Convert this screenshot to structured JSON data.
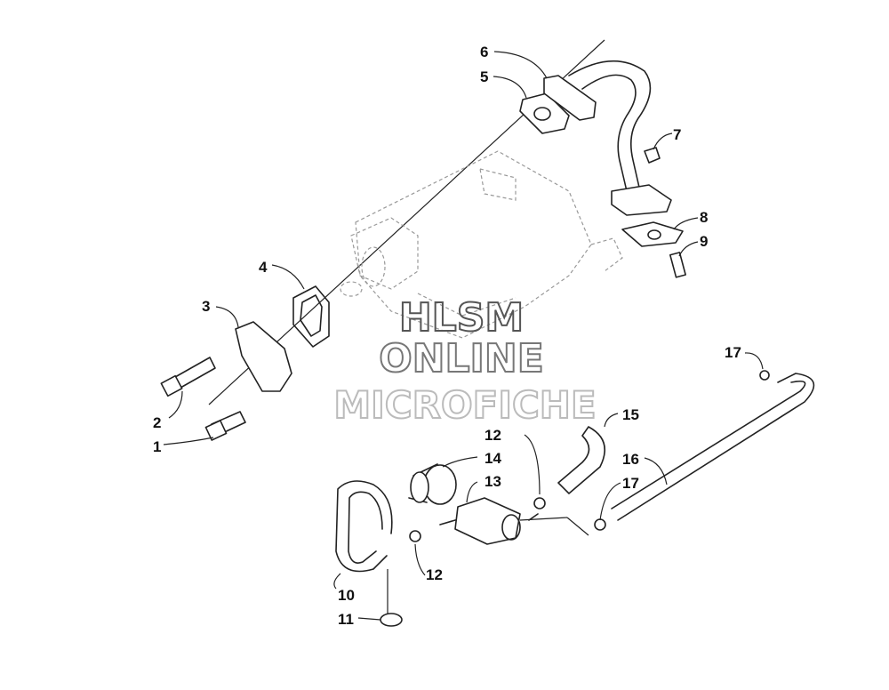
{
  "callouts": [
    "1",
    "2",
    "3",
    "4",
    "5",
    "6",
    "7",
    "8",
    "9",
    "10",
    "11",
    "12",
    "12",
    "13",
    "14",
    "15",
    "16",
    "17",
    "17"
  ],
  "watermark": {
    "line1": "HLSM",
    "line2": "ONLINE",
    "line3": "MICROFICHE"
  },
  "colors": {
    "ink": "#222222",
    "ghost": "#999999",
    "watermark_dark": "#555555",
    "watermark_light": "#bbbbbb"
  }
}
